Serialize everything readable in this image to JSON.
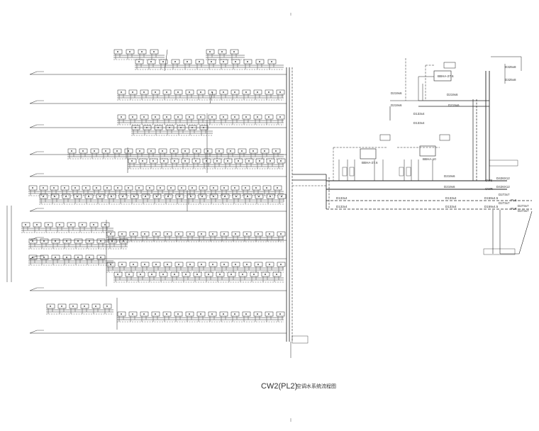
{
  "title": {
    "main": "CW2(PL2)",
    "sub": "空调水系统流程图"
  },
  "pipe_sizes": {
    "d325": "D325x8",
    "d219": "D219x6",
    "d133": "D133x4",
    "d377": "D377x10",
    "d426": "D426X12",
    "d159": "D159x4.5",
    "d273": "D273x7"
  },
  "equipment": [
    {
      "name": "BBHA-27.6"
    },
    {
      "name": "BBHA-27.6"
    },
    {
      "name": "BBHA-10"
    }
  ],
  "pipe_tags": [
    "CWS",
    "CWR",
    "PLS",
    "PLR"
  ]
}
